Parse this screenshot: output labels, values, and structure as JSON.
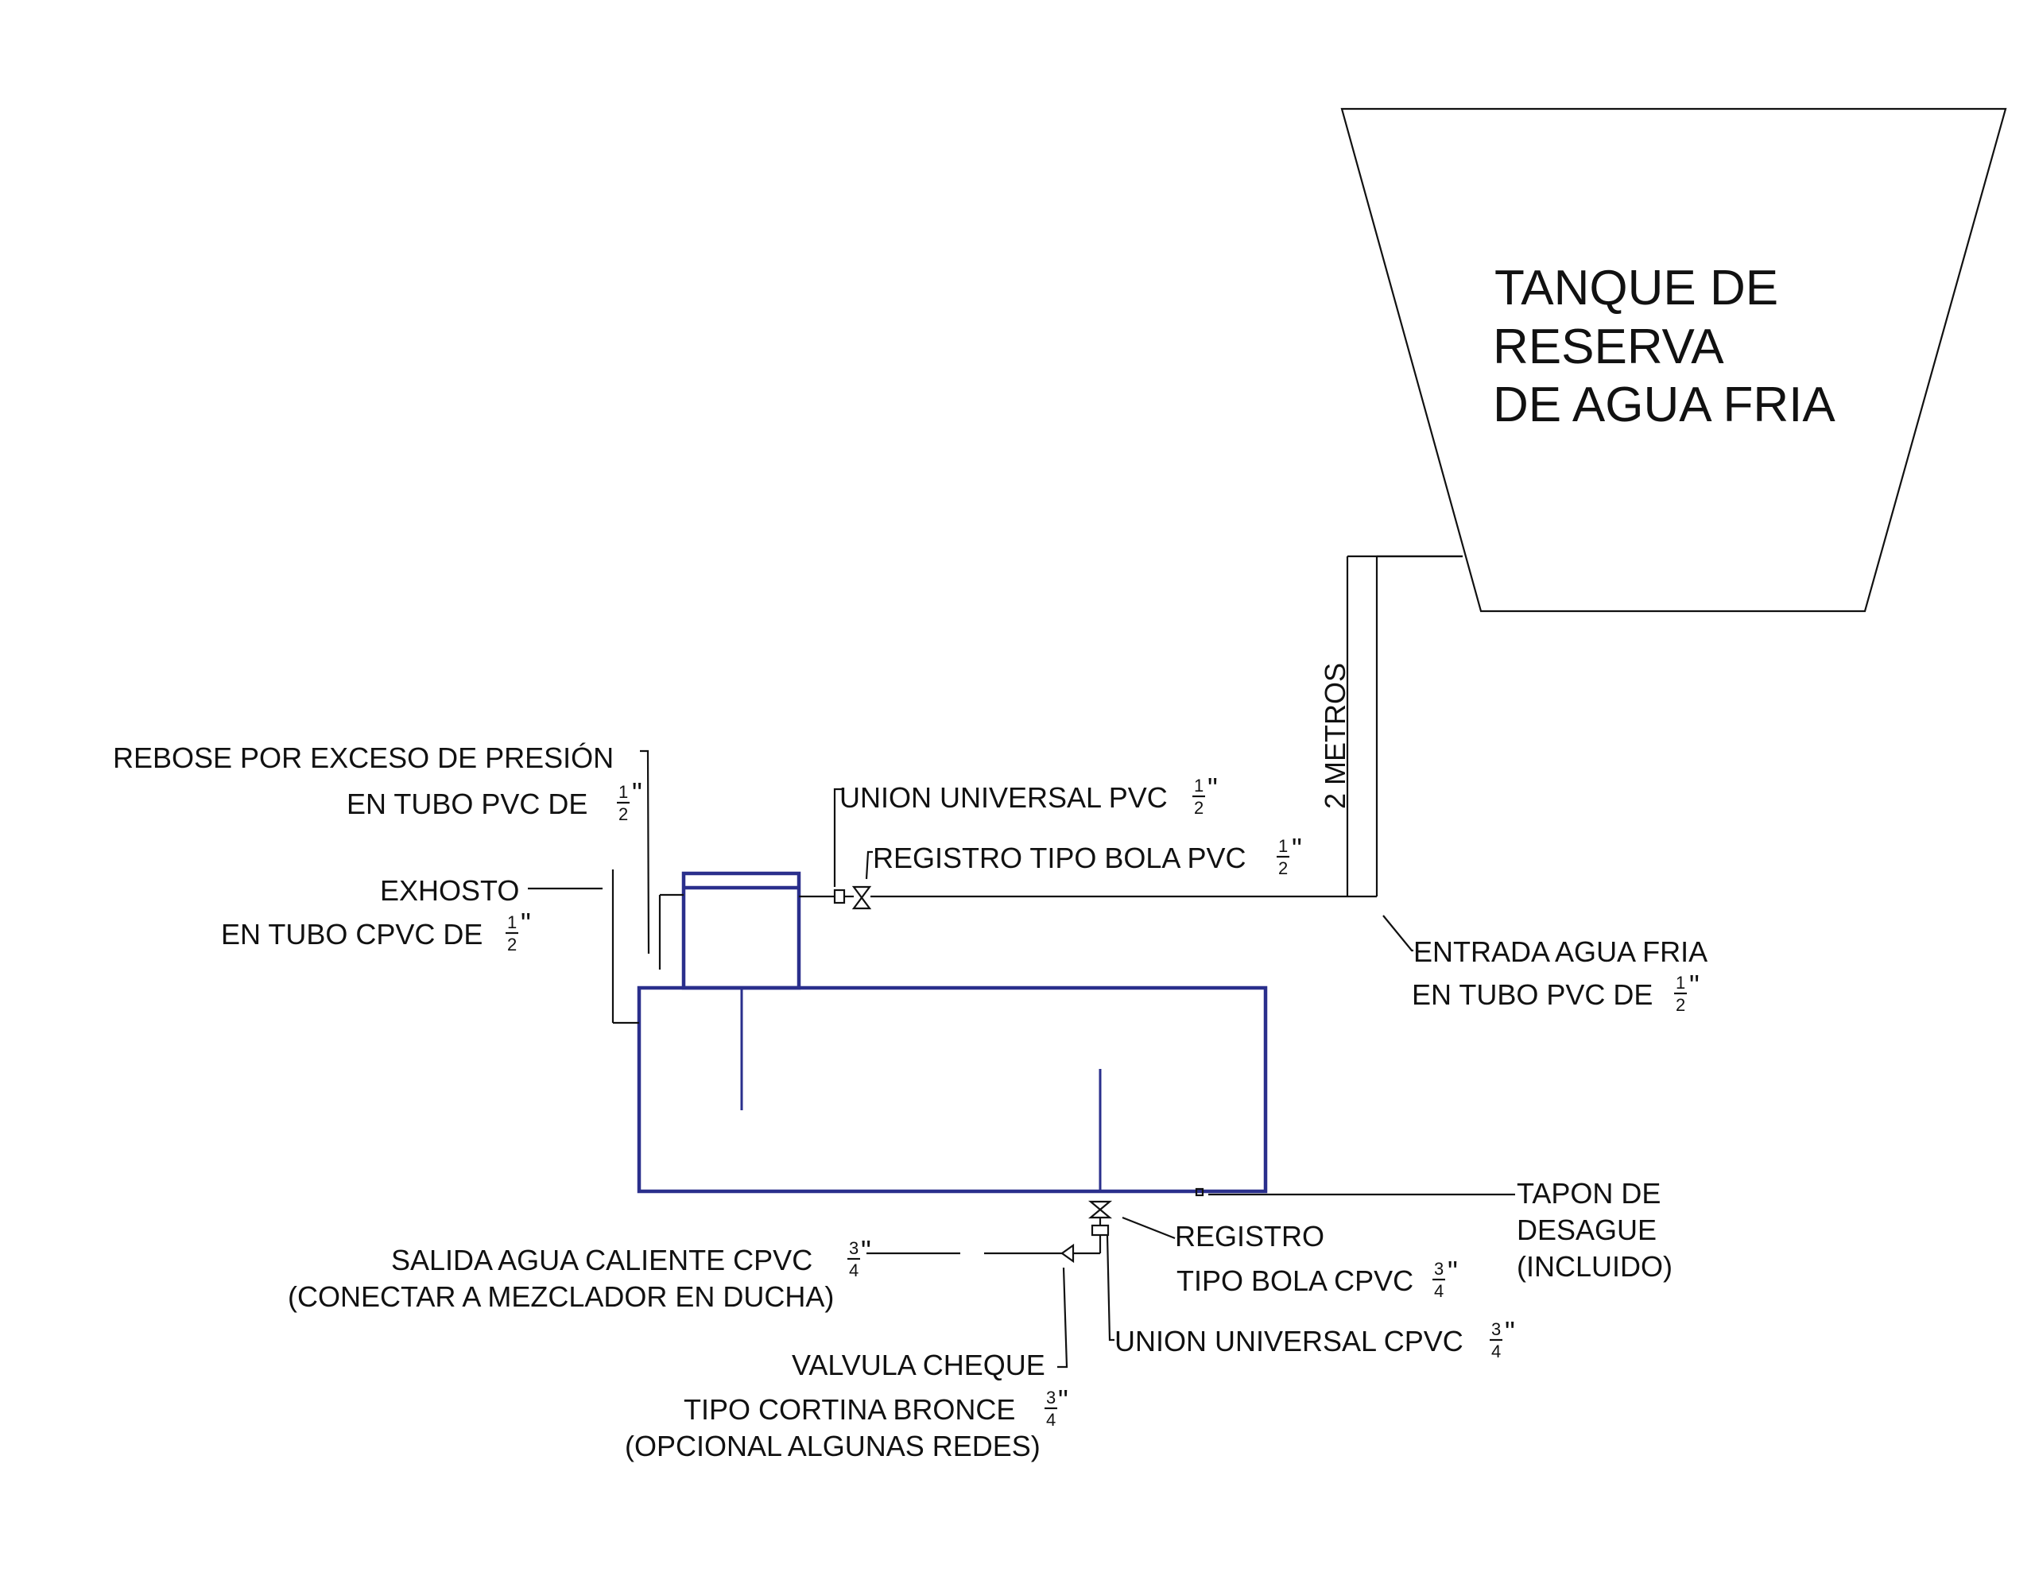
{
  "reserve_tank": {
    "title_line1": "TANQUE DE",
    "title_line2": "RESERVA",
    "title_line3": "DE AGUA FRIA"
  },
  "height_label": "2 METROS",
  "labels": {
    "rebose_line1": "REBOSE POR EXCESO DE PRESIÓN",
    "rebose_line2": "EN TUBO PVC DE",
    "exhosto_line1": "EXHOSTO",
    "exhosto_line2": "EN TUBO CPVC DE",
    "union_pvc": "UNION UNIVERSAL PVC",
    "registro_pvc": "REGISTRO TIPO BOLA PVC",
    "entrada_line1": "ENTRADA AGUA FRIA",
    "entrada_line2": "EN TUBO PVC DE",
    "tapon_line1": "TAPON DE",
    "tapon_line2": "DESAGUE",
    "tapon_line3": "(INCLUIDO)",
    "registro_cpvc_line1": "REGISTRO",
    "registro_cpvc_line2": "TIPO BOLA CPVC",
    "salida_line1": "SALIDA AGUA CALIENTE CPVC",
    "salida_line2": "(CONECTAR A MEZCLADOR EN DUCHA)",
    "union_cpvc": "UNION UNIVERSAL CPVC",
    "valvula_line1": "VALVULA CHEQUE",
    "valvula_line2": "TIPO CORTINA BRONCE",
    "valvula_line3": "(OPCIONAL ALGUNAS REDES)"
  },
  "fractions": {
    "half_num": "1",
    "half_den": "2",
    "three_quarter_num": "3",
    "three_quarter_den": "4",
    "inch_mark": "\""
  },
  "colors": {
    "heater_outline": "#2a2f8c",
    "line_color": "#111111"
  }
}
